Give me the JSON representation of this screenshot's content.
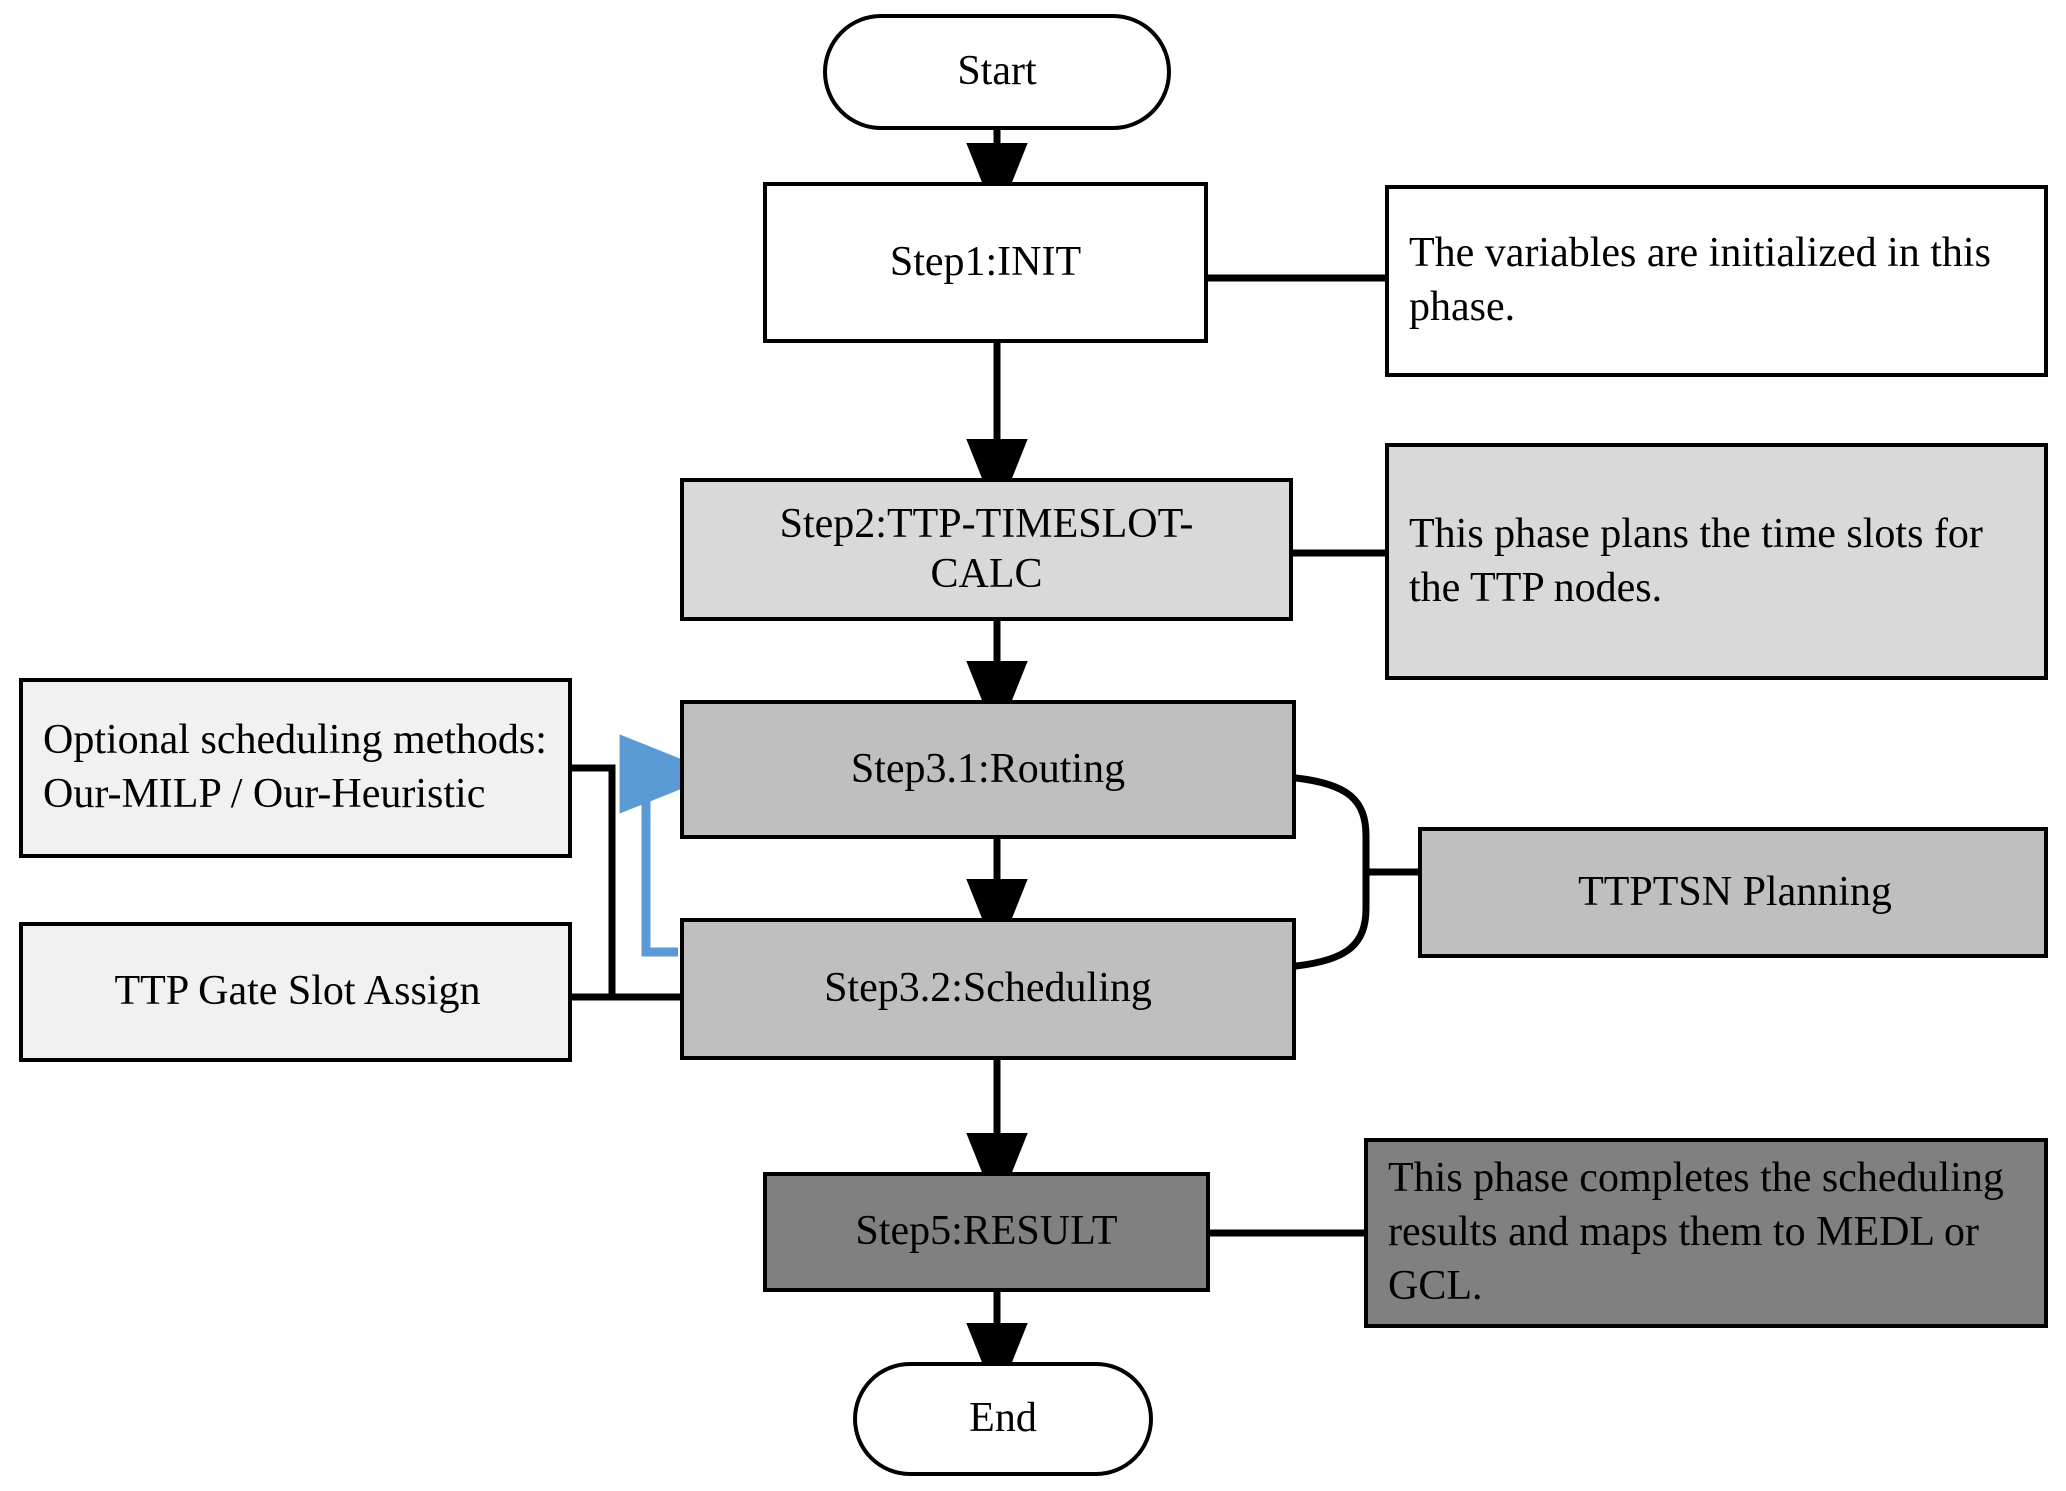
{
  "diagram": {
    "title": "TTP/TSN scheduling workflow flowchart",
    "colors": {
      "stroke": "#000000",
      "fill_white": "#ffffff",
      "fill_lightest": "#f1f1f1",
      "fill_light": "#d9d9d9",
      "fill_medium": "#bfbfbf",
      "fill_dark": "#808080",
      "loop_arrow_blue": "#5b9bd5"
    }
  },
  "nodes": {
    "start": {
      "label": "Start",
      "shape": "terminator",
      "fill": "#ffffff"
    },
    "step1": {
      "label": "Step1:INIT",
      "shape": "process",
      "fill": "#ffffff"
    },
    "step2": {
      "label": "Step2:TTP-TIMESLOT-\nCALC",
      "shape": "process",
      "fill": "#d9d9d9"
    },
    "step31": {
      "label": "Step3.1:Routing",
      "shape": "process",
      "fill": "#bfbfbf"
    },
    "step32": {
      "label": "Step3.2:Scheduling",
      "shape": "process",
      "fill": "#bfbfbf"
    },
    "step5": {
      "label": "Step5:RESULT",
      "shape": "process",
      "fill": "#808080"
    },
    "end": {
      "label": "End",
      "shape": "terminator",
      "fill": "#ffffff"
    }
  },
  "notes": {
    "init_note": {
      "label": "The variables are initialized in this phase.",
      "fill": "#ffffff",
      "attached_to": "Step1:INIT"
    },
    "timeslot_note": {
      "label": "This phase plans the time slots for the TTP nodes.",
      "fill": "#d9d9d9",
      "attached_to": "Step2:TTP-TIMESLOT-CALC"
    },
    "planning_note": {
      "label": "TTPTSN Planning",
      "fill": "#bfbfbf",
      "attached_to": "Step3.1:Routing and Step3.2:Scheduling"
    },
    "result_note": {
      "label": "This phase completes the scheduling results and maps them to MEDL or GCL.",
      "fill": "#808080",
      "attached_to": "Step5:RESULT"
    },
    "optional_methods": {
      "label": "Optional scheduling methods: Our-MILP / Our-Heuristic",
      "fill": "#f1f1f1",
      "attached_to": "Step3.1:Routing"
    },
    "gate_slot": {
      "label": "TTP Gate Slot Assign",
      "fill": "#f1f1f1",
      "attached_to": "Step3.2:Scheduling"
    }
  },
  "edges": [
    {
      "from": "Start",
      "to": "Step1:INIT",
      "type": "arrow",
      "color": "#000000"
    },
    {
      "from": "Step1:INIT",
      "to": "Step2:TTP-TIMESLOT-CALC",
      "type": "arrow",
      "color": "#000000"
    },
    {
      "from": "Step2:TTP-TIMESLOT-CALC",
      "to": "Step3.1:Routing",
      "type": "arrow",
      "color": "#000000"
    },
    {
      "from": "Step3.1:Routing",
      "to": "Step3.2:Scheduling",
      "type": "arrow",
      "color": "#000000"
    },
    {
      "from": "Step3.2:Scheduling",
      "to": "Step5:RESULT",
      "type": "arrow",
      "color": "#000000"
    },
    {
      "from": "Step5:RESULT",
      "to": "End",
      "type": "arrow",
      "color": "#000000"
    },
    {
      "from": "Step3.2:Scheduling",
      "to": "Step3.1:Routing",
      "type": "feedback-arrow",
      "color": "#5b9bd5"
    },
    {
      "from": "Step1:INIT",
      "to": "The variables are initialized in this phase.",
      "type": "connector",
      "color": "#000000"
    },
    {
      "from": "Step2:TTP-TIMESLOT-CALC",
      "to": "This phase plans the time slots for the TTP nodes.",
      "type": "connector",
      "color": "#000000"
    },
    {
      "from": "Step3.1:Routing + Step3.2:Scheduling",
      "to": "TTPTSN Planning",
      "type": "brace",
      "color": "#000000"
    },
    {
      "from": "Step5:RESULT",
      "to": "This phase completes the scheduling results and maps them to MEDL or GCL.",
      "type": "connector",
      "color": "#000000"
    },
    {
      "from": "Optional scheduling methods: Our-MILP / Our-Heuristic",
      "to": "Step3.1:Routing",
      "type": "connector",
      "color": "#000000"
    },
    {
      "from": "TTP Gate Slot Assign",
      "to": "Step3.2:Scheduling",
      "type": "connector",
      "color": "#000000"
    }
  ]
}
